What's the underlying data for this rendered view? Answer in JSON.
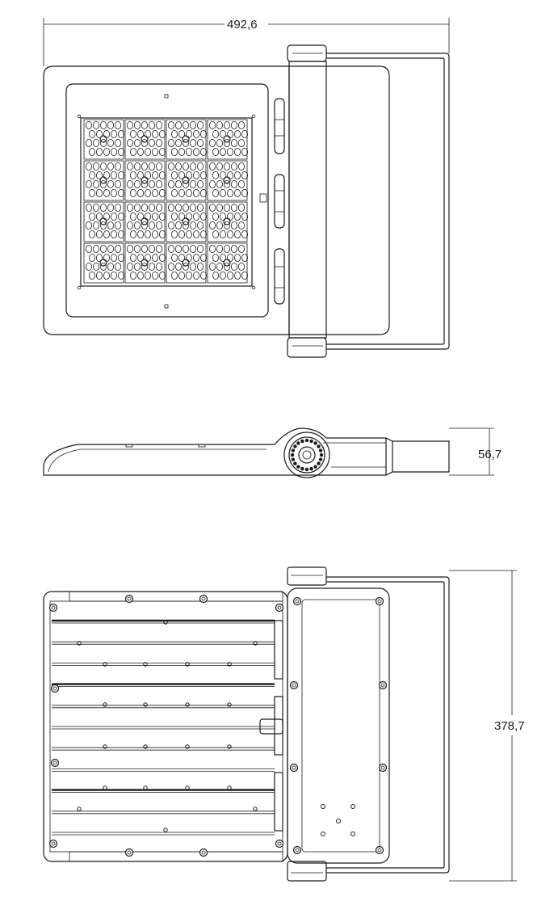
{
  "dimensions": {
    "width_label": "492,6",
    "height_label": "56,7",
    "length_label": "378,7"
  },
  "top_view": {
    "led_module_rows": 4,
    "led_module_cols": 4
  },
  "bottom_view": {
    "fin_count": 11
  },
  "colors": {
    "line": "#1a1a1a",
    "background": "#ffffff"
  }
}
